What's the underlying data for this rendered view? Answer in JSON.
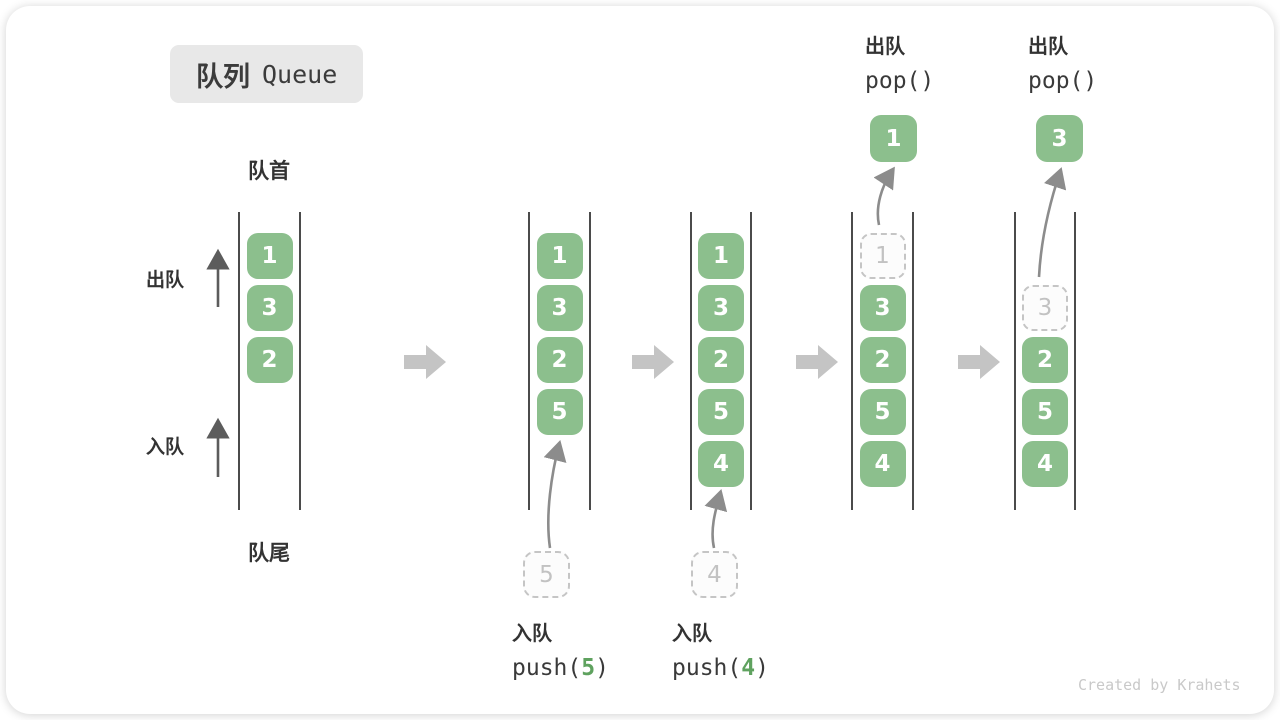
{
  "badge": {
    "zh": "队列",
    "en": "Queue"
  },
  "side": {
    "front": "队首",
    "rear": "队尾",
    "dequeue": "出队",
    "enqueue": "入队"
  },
  "queues": [
    {
      "blocks": [
        {
          "v": "1"
        },
        {
          "v": "3"
        },
        {
          "v": "2"
        }
      ]
    },
    {
      "blocks": [
        {
          "v": "1"
        },
        {
          "v": "3"
        },
        {
          "v": "2"
        },
        {
          "v": "5"
        }
      ],
      "incoming": {
        "v": "5"
      }
    },
    {
      "blocks": [
        {
          "v": "1"
        },
        {
          "v": "3"
        },
        {
          "v": "2"
        },
        {
          "v": "5"
        },
        {
          "v": "4"
        }
      ],
      "incoming": {
        "v": "4"
      }
    },
    {
      "blocks": [
        {
          "v": "1",
          "ghost": true
        },
        {
          "v": "3"
        },
        {
          "v": "2"
        },
        {
          "v": "5"
        },
        {
          "v": "4"
        }
      ],
      "popped": {
        "v": "1"
      }
    },
    {
      "blocks": [
        {
          "v": "3",
          "ghost": true
        },
        {
          "v": "2"
        },
        {
          "v": "5"
        },
        {
          "v": "4"
        }
      ],
      "popped": {
        "v": "3"
      }
    }
  ],
  "ops": {
    "push5": {
      "zh": "入队",
      "pre": "push(",
      "arg": "5",
      "post": ")"
    },
    "push4": {
      "zh": "入队",
      "pre": "push(",
      "arg": "4",
      "post": ")"
    },
    "pop1": {
      "zh": "出队",
      "code": "pop()"
    },
    "pop2": {
      "zh": "出队",
      "code": "pop()"
    }
  },
  "watermark": "Created by Krahets",
  "colors": {
    "block_green": "#8cbf8d",
    "code_green": "#5fa25f",
    "ghost": "#c5c5c5",
    "step_arrow": "#c4c4c4",
    "flow_arrow": "#8c8c8c",
    "side_arrow": "#5c5c5c"
  }
}
